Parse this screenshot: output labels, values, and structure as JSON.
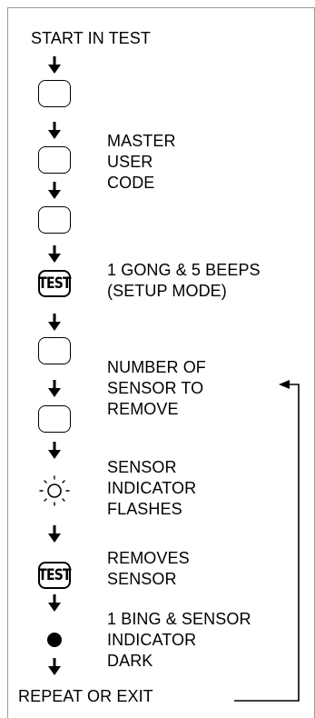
{
  "steps": {
    "start": "START IN TEST",
    "master_user_code": "MASTER\nUSER\nCODE",
    "gong_beeps": "1 GONG & 5 BEEPS\n(SETUP MODE)",
    "number_of_sensor": "NUMBER OF\nSENSOR TO\nREMOVE",
    "sensor_flashes": "SENSOR\nINDICATOR\nFLASHES",
    "removes_sensor": "REMOVES\nSENSOR",
    "bing_dark": "1 BING & SENSOR\nINDICATOR\nDARK",
    "repeat_or_exit": "REPEAT OR EXIT"
  },
  "keys": {
    "test_label": "TEST"
  },
  "icons": {
    "down_arrow": "down-arrow-icon",
    "flashing_indicator": "flashing-indicator-icon",
    "dark_indicator": "dark-indicator-icon",
    "loop_arrow": "loop-back-arrow-icon"
  }
}
